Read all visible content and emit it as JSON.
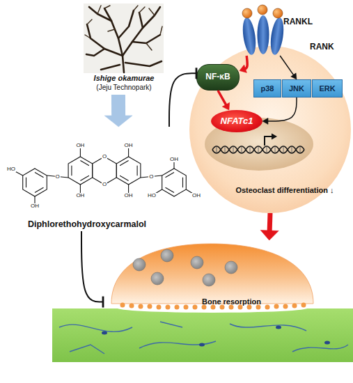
{
  "diagram": {
    "nodes": [
      {
        "text": [
          "Ishige okamurae",
          "(Jeju Technopark)"
        ]
      },
      {
        "text": [
          "Diphlorethohydroxycarmalol"
        ]
      },
      {
        "text": [
          "RANKL",
          "RANK"
        ]
      },
      {
        "text": [
          "Osteoclast differentiation ↓"
        ]
      },
      {
        "text": [
          "NF-κB"
        ],
        "in": 3
      },
      {
        "text": [
          "p38"
        ],
        "in": 3
      },
      {
        "text": [
          "JNK"
        ],
        "in": 3
      },
      {
        "text": [
          "ERK"
        ],
        "in": 3
      },
      {
        "text": [
          "NFATc1"
        ],
        "in": 3
      },
      {
        "text": [
          "Bone resorption"
        ]
      }
    ],
    "edges": [
      {
        "from": 0,
        "to": 1,
        "arrow": "to"
      },
      {
        "from": 1,
        "to": 4,
        "arrow": "to"
      },
      {
        "from": 2,
        "to": 4,
        "arrow": "to"
      },
      {
        "from": 2,
        "to": 6,
        "arrow": "to"
      },
      {
        "from": 4,
        "to": 8,
        "arrow": "to"
      },
      {
        "from": 6,
        "to": 8,
        "arrow": "to"
      },
      {
        "from": 3,
        "to": 9,
        "arrow": "to"
      },
      {
        "from": 1,
        "to": 9,
        "arrow": "to"
      }
    ],
    "labels": [
      "OH",
      "OH",
      "OH",
      "OH",
      "HO",
      "OH",
      "OH",
      "OH",
      "HO",
      "O",
      "O",
      "O",
      "O"
    ]
  }
}
